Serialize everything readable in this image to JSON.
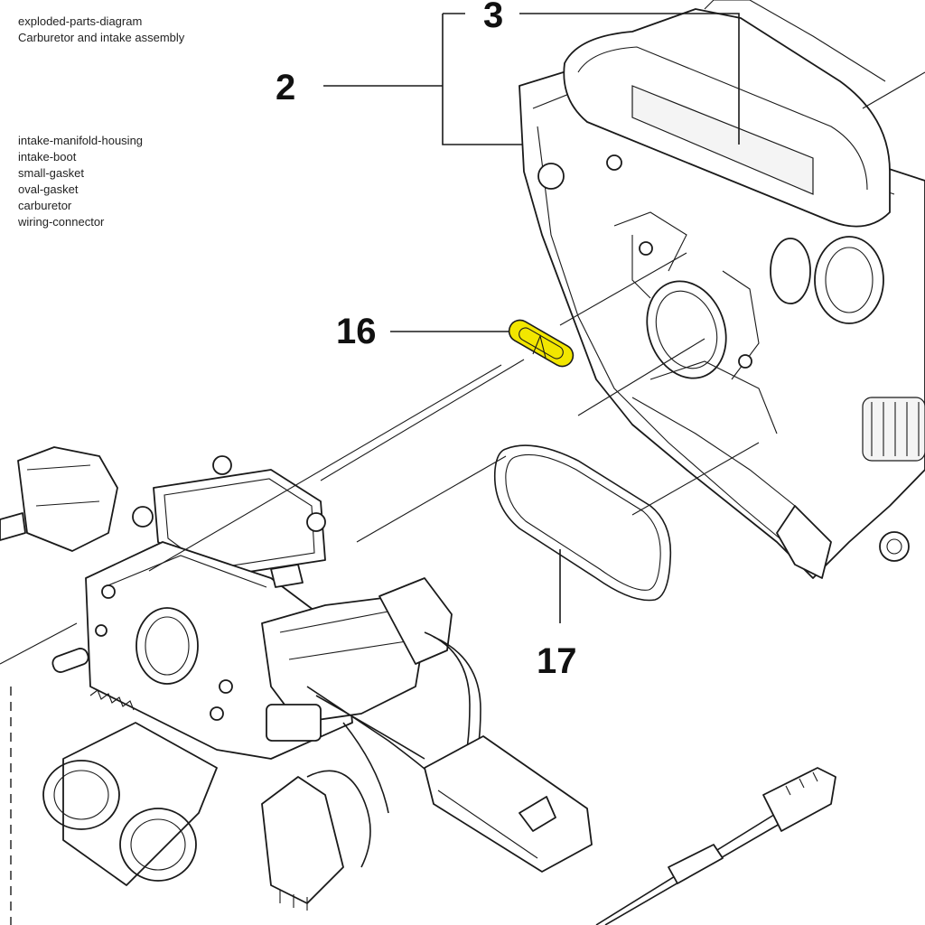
{
  "diagram": {
    "type": "exploded-parts-diagram",
    "subject": "Carburetor and intake assembly",
    "highlight_color": "#f2e600",
    "callouts": [
      {
        "id": "2",
        "label": "2"
      },
      {
        "id": "3",
        "label": "3"
      },
      {
        "id": "16",
        "label": "16",
        "highlighted": true
      },
      {
        "id": "17",
        "label": "17"
      }
    ],
    "parts": [
      {
        "name": "intake-manifold-housing",
        "callout": "2"
      },
      {
        "name": "intake-boot",
        "callout": "3"
      },
      {
        "name": "small-gasket",
        "callout": "16"
      },
      {
        "name": "oval-gasket",
        "callout": "17"
      },
      {
        "name": "carburetor",
        "callout": null
      },
      {
        "name": "wiring-connector",
        "callout": null
      }
    ]
  }
}
